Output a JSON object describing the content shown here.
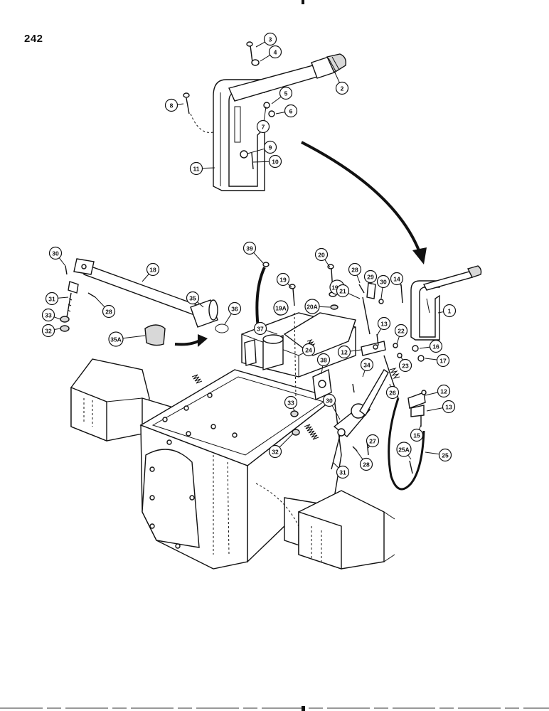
{
  "page_number": "242",
  "callouts": [
    "1",
    "2",
    "3",
    "4",
    "5",
    "6",
    "7",
    "8",
    "9",
    "10",
    "11",
    "12",
    "12",
    "13",
    "13",
    "14",
    "15",
    "16",
    "17",
    "18",
    "19",
    "19A",
    "19A",
    "20",
    "20A",
    "21",
    "22",
    "23",
    "24",
    "25",
    "25A",
    "26",
    "27",
    "28",
    "28",
    "28",
    "29",
    "30",
    "30",
    "30",
    "31",
    "31",
    "32",
    "32",
    "33",
    "33",
    "34",
    "35",
    "35A",
    "36",
    "37",
    "38",
    "39"
  ]
}
